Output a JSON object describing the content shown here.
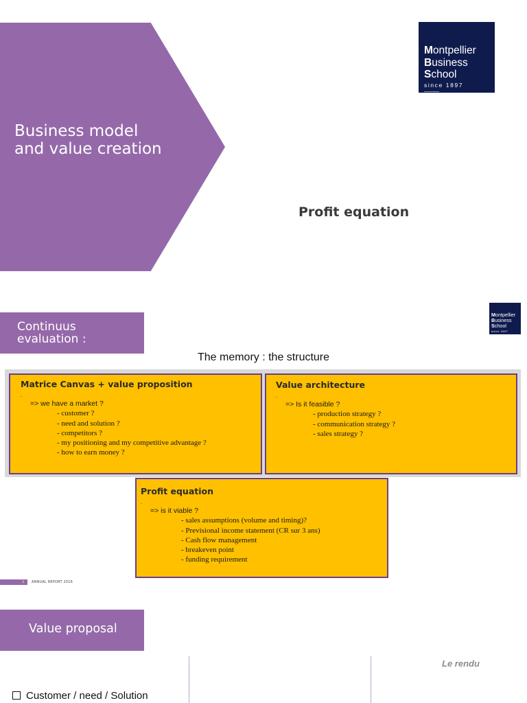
{
  "slide1": {
    "title_line1": "Business model",
    "title_line2": "and value creation",
    "subtitle": "Profit equation"
  },
  "logo": {
    "line1_initial": "M",
    "line1_rest": "ontpellier",
    "line2_initial": "B",
    "line2_rest": "usiness",
    "line3_initial": "S",
    "line3_rest": "chool",
    "since": "since 1897"
  },
  "slide2": {
    "tag_line1": "Continuus",
    "tag_line2": "evaluation :",
    "heading": "The memory : the structure",
    "box1": {
      "title": "Matrice Canvas + value proposition",
      "dot": ".",
      "question": "=> we have a market ?",
      "items": [
        "- customer ?",
        "- need and solution ?",
        "- competitors ?",
        "- my positioning and my competitive advantage ?",
        "- how to earn money ?"
      ]
    },
    "box2": {
      "title": "Value architecture",
      "dot": ".",
      "question": "=> Is it feasible ?",
      "items": [
        "- production strategy ?",
        "- communication strategy ?",
        "- sales strategy ?"
      ]
    },
    "box3": {
      "title": "Profit equation",
      "dot": ".",
      "question": "=> is it viable ?",
      "items": [
        "- sales assumptions (volume and timing)?",
        "- Previsional income statement (CR sur 3 ans)",
        "- Cash flow management",
        "- breakeven point",
        "- funding requirement"
      ]
    },
    "footer_page": "2",
    "footer_text": "ANNUAL REPORT 2016"
  },
  "slide3": {
    "tag": "Value proposal",
    "le_rendu": "Le rendu",
    "bullet": "Customer / need / Solution"
  },
  "colors": {
    "purple": "#9569a9",
    "navy": "#0f1b4c",
    "yellow": "#ffc000",
    "box_border": "#6a3e88"
  }
}
